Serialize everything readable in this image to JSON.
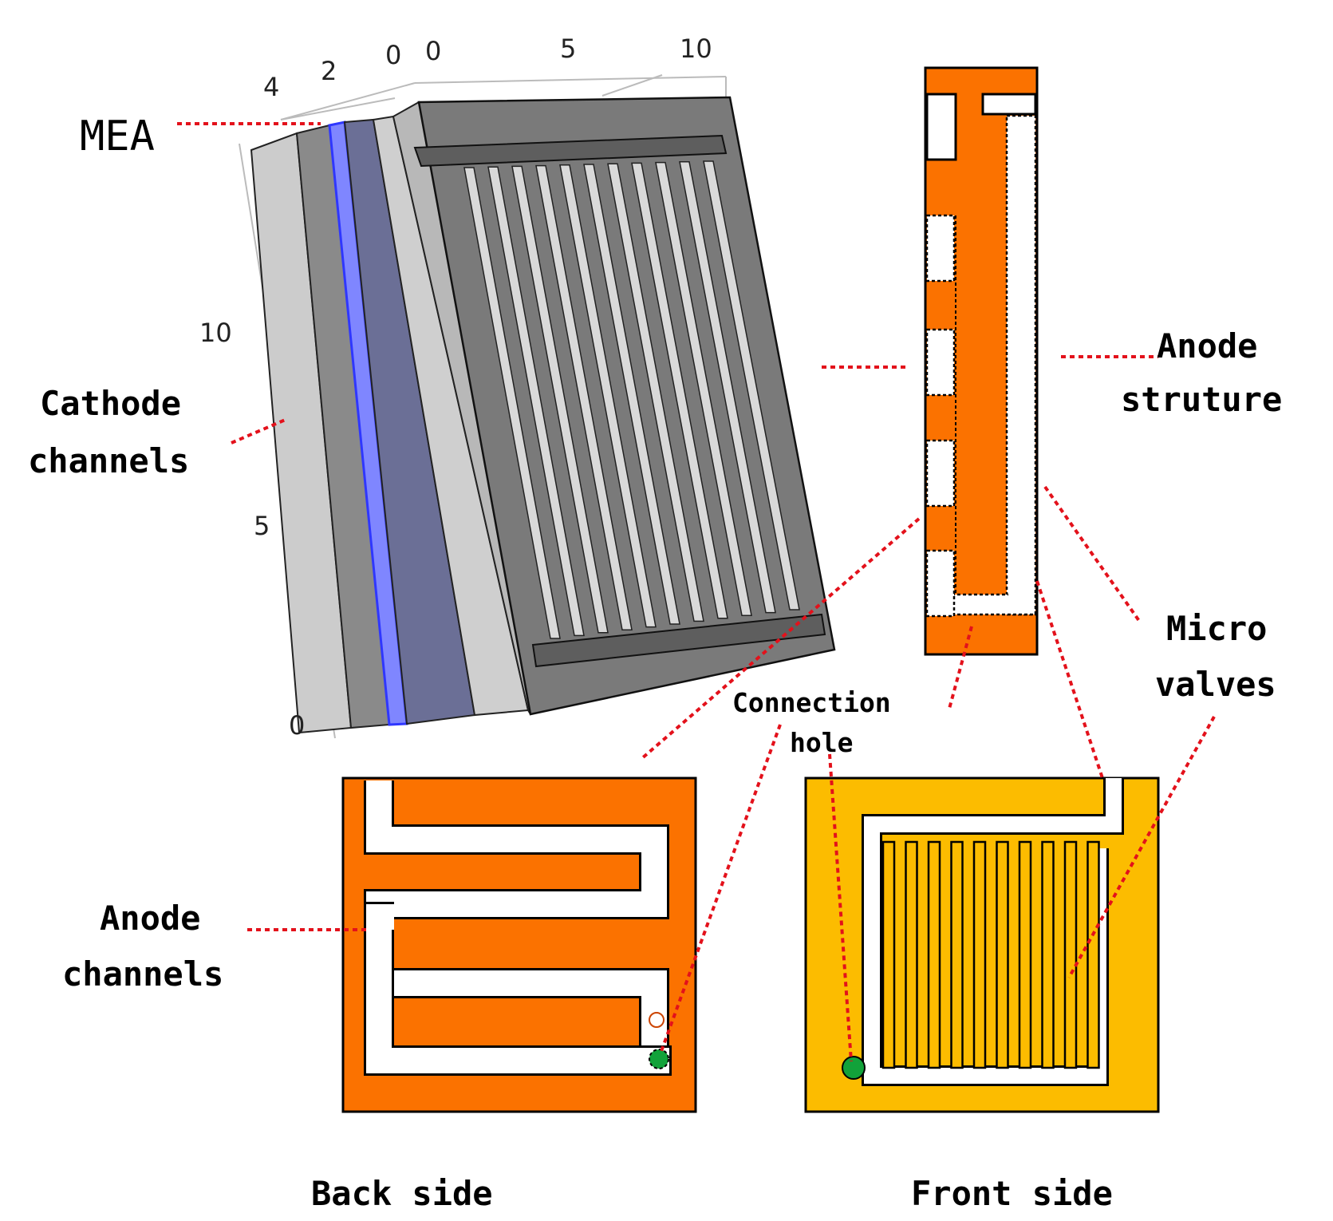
{
  "labels": {
    "mea": "MEA",
    "cathode_channels": [
      "Cathode",
      "channels"
    ],
    "anode_structure": [
      "Anode",
      "struture"
    ],
    "micro_valves": [
      "Micro",
      "valves"
    ],
    "connection_hole": [
      "Connection",
      "hole"
    ],
    "anode_channels": [
      "Anode",
      "channels"
    ],
    "back_side": "Back side",
    "front_side": "Front side"
  },
  "axes": {
    "depth_ticks": [
      "4",
      "2",
      "0"
    ],
    "width_ticks": [
      "0",
      "5",
      "10"
    ],
    "height_ticks": [
      "10",
      "5",
      "0"
    ]
  },
  "colors": {
    "anode_orange": "#fb7200",
    "front_yellow": "#fcbc00",
    "leader_red": "#e3111b",
    "mea_blue": "#5a62ff",
    "connection_green": "#12a23a",
    "plate_gray": "#777777"
  }
}
